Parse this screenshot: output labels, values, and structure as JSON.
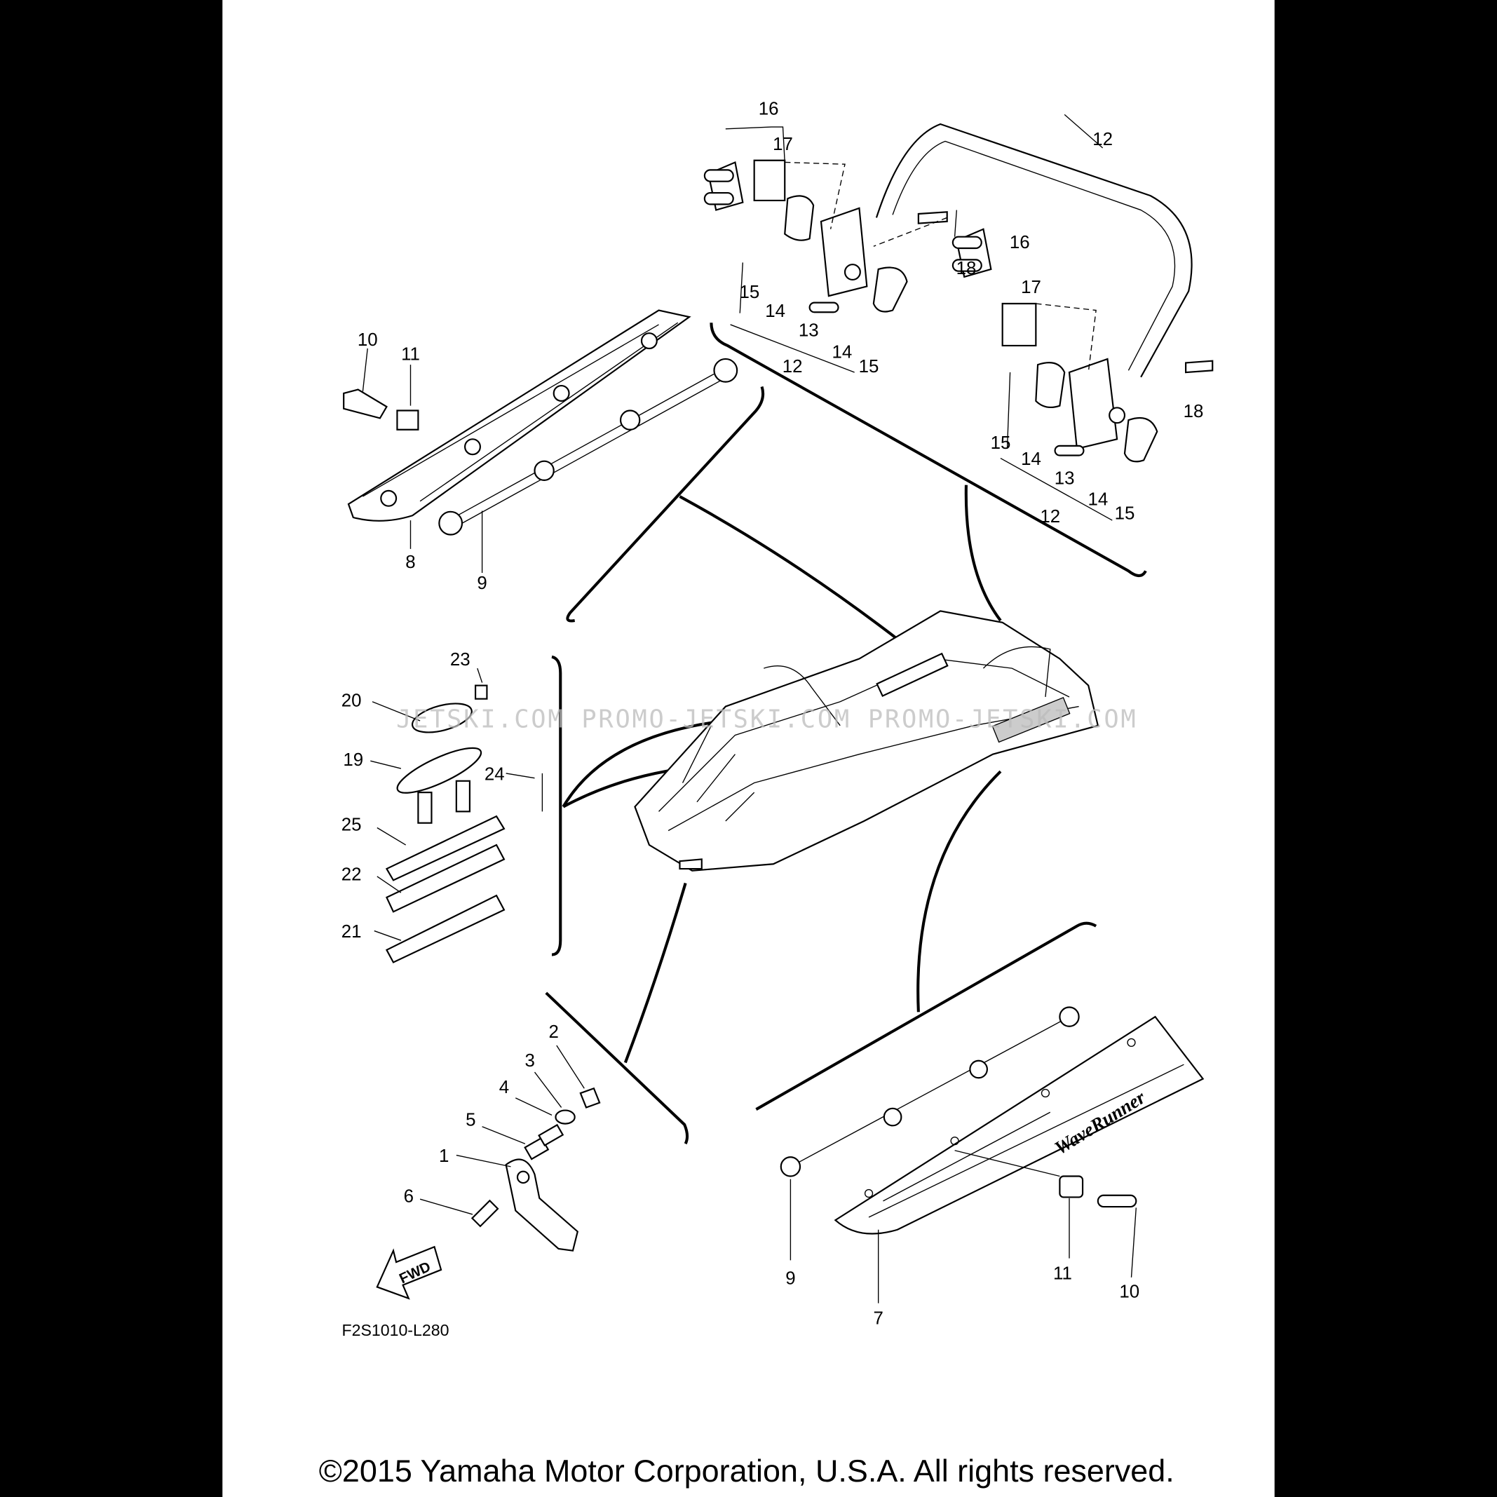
{
  "diagram": {
    "callouts": [
      "16",
      "17",
      "12",
      "18",
      "15",
      "14",
      "13",
      "12",
      "14",
      "15",
      "16",
      "17",
      "18",
      "15",
      "14",
      "13",
      "12",
      "14",
      "15",
      "10",
      "11",
      "8",
      "9",
      "23",
      "20",
      "19",
      "24",
      "25",
      "22",
      "21",
      "2",
      "3",
      "4",
      "5",
      "1",
      "6",
      "9",
      "7",
      "11",
      "10"
    ],
    "figure_code": "F2S1010-L280",
    "fwd_label": "FWD",
    "decal_text": "WaveRunner",
    "watermark": "JETSKI.COM  PROMO-JETSKI.COM  PROMO-JETSKI.COM",
    "copyright": "©2015 Yamaha Motor Corporation, U.S.A. All rights reserved."
  }
}
